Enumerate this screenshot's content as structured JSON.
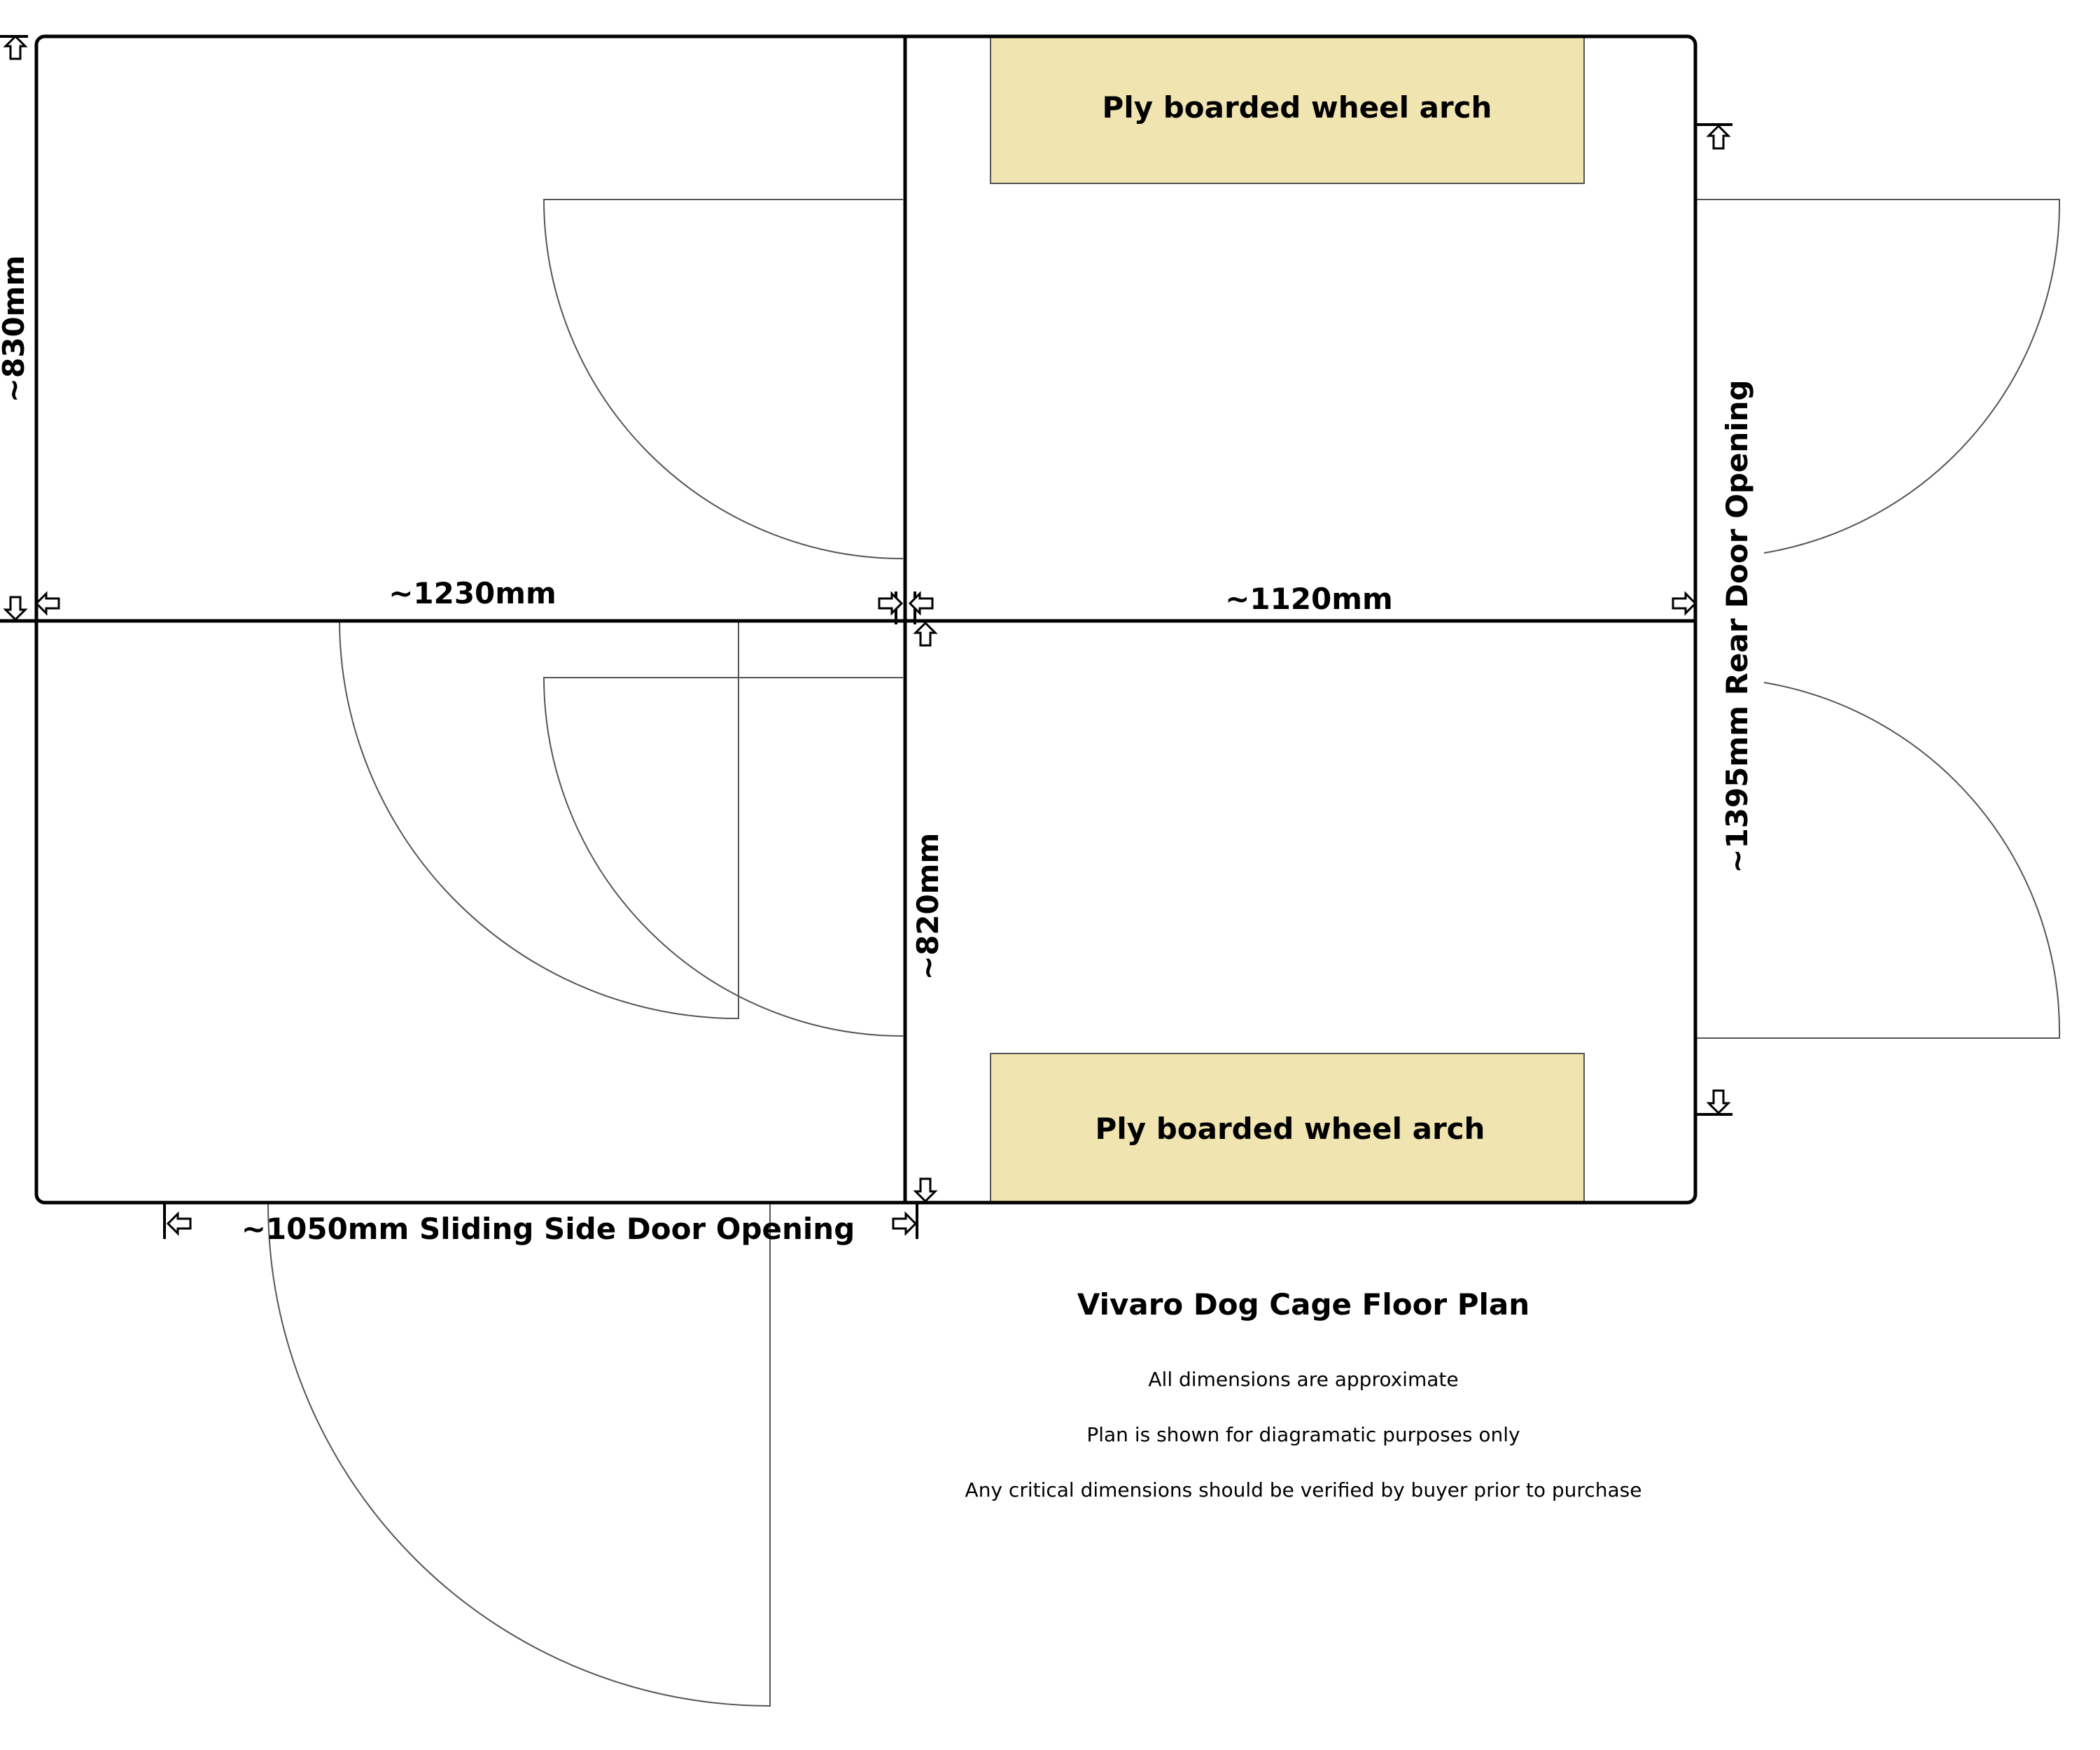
{
  "colors": {
    "arch_fill": "#F0E4B0",
    "line": "#000000",
    "swing": "#555555",
    "background": "#FFFFFF"
  },
  "dimensions": {
    "left_height": "~830mm",
    "front_width": "~1230mm",
    "rear_width": "~1120mm",
    "center_height": "~820mm",
    "side_door": "~1050mm Sliding Side Door Opening",
    "rear_door": "~1395mm Rear Door Opening"
  },
  "wheel_arches": {
    "top": "Ply boarded wheel arch",
    "bottom": "Ply boarded wheel arch"
  },
  "title": "Vivaro Dog Cage Floor Plan",
  "notes": [
    "All dimensions are approximate",
    "Plan is shown for diagramatic purposes only",
    "Any critical dimensions should be verified by buyer prior to purchase"
  ],
  "icons": {
    "dimension_marker": "hollow-arrow-icon",
    "door_swing": "quarter-circle-arc"
  }
}
